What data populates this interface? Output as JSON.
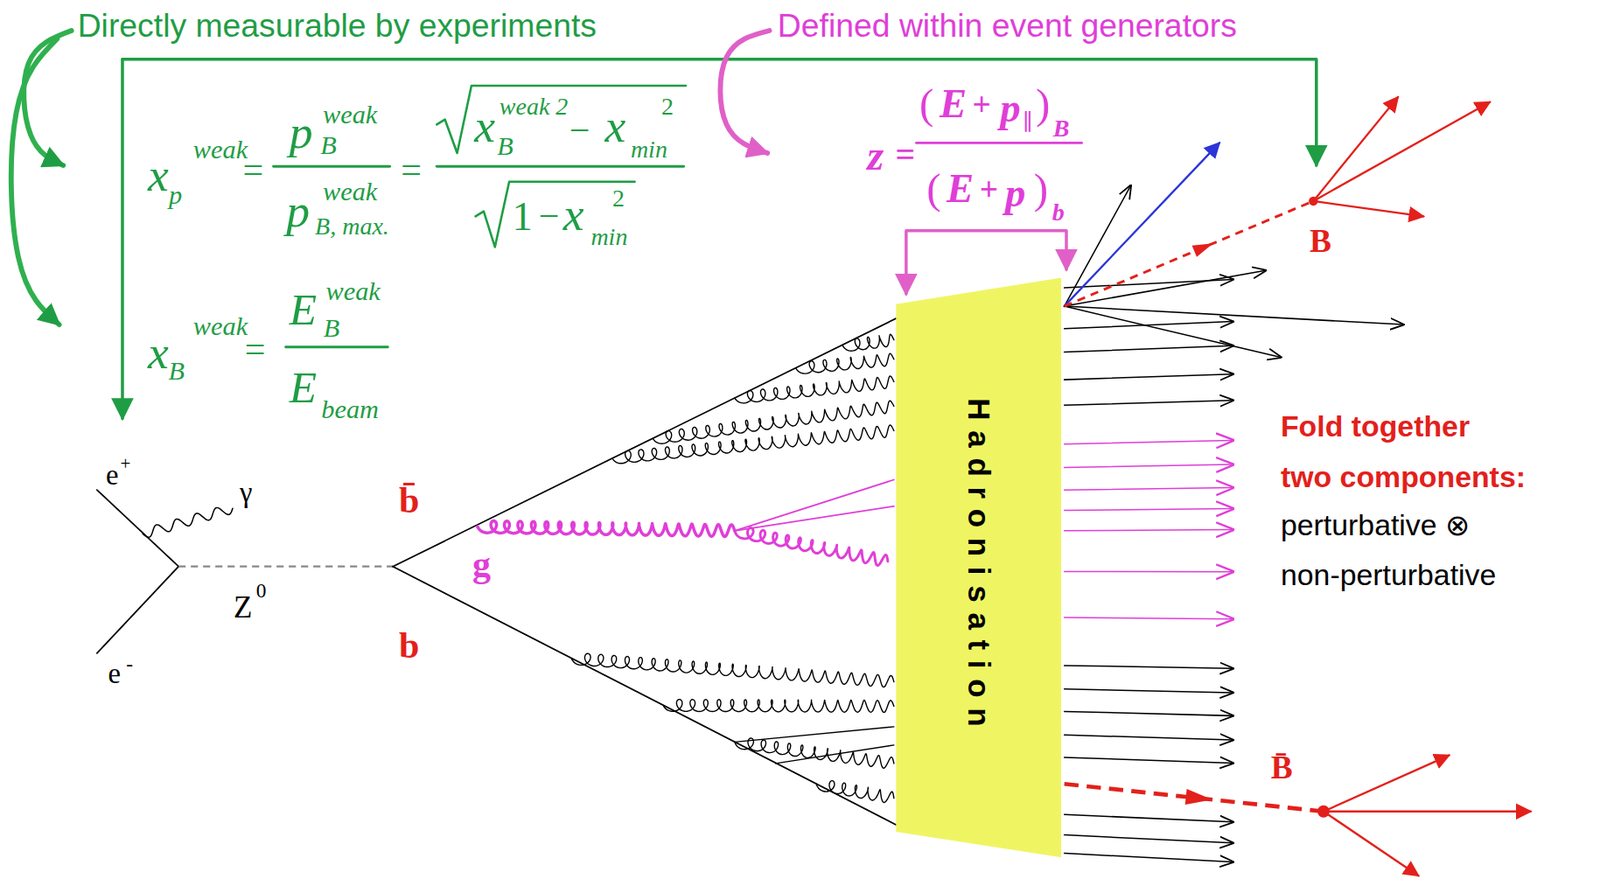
{
  "diagram": {
    "nodes": [
      {
        "text": [
          "Hadronisation"
        ]
      }
    ],
    "labels": [
      "Directly measurable by experiments",
      "Defined within event generators",
      "x",
      "weak",
      "p",
      "=",
      "p",
      "weak",
      "B",
      "p",
      "weak",
      "B, max.",
      "=",
      "x",
      "weak 2",
      "B",
      "−",
      "x",
      "2",
      "min",
      "1",
      "−",
      "x",
      "2",
      "min",
      "x",
      "weak",
      "B",
      "=",
      "E",
      "weak",
      "B",
      "E",
      "beam",
      "z",
      "=",
      "(",
      "E",
      "+",
      "p",
      "∥",
      ")",
      "B",
      "(",
      "E",
      "+",
      "p",
      ")",
      "b",
      "e",
      "+",
      "γ",
      "e",
      "-",
      "Z",
      "0",
      "b̄",
      "b",
      "g",
      "B",
      "B̄",
      "Fold together two components:",
      "perturbative ⊗ non-perturbative"
    ]
  }
}
